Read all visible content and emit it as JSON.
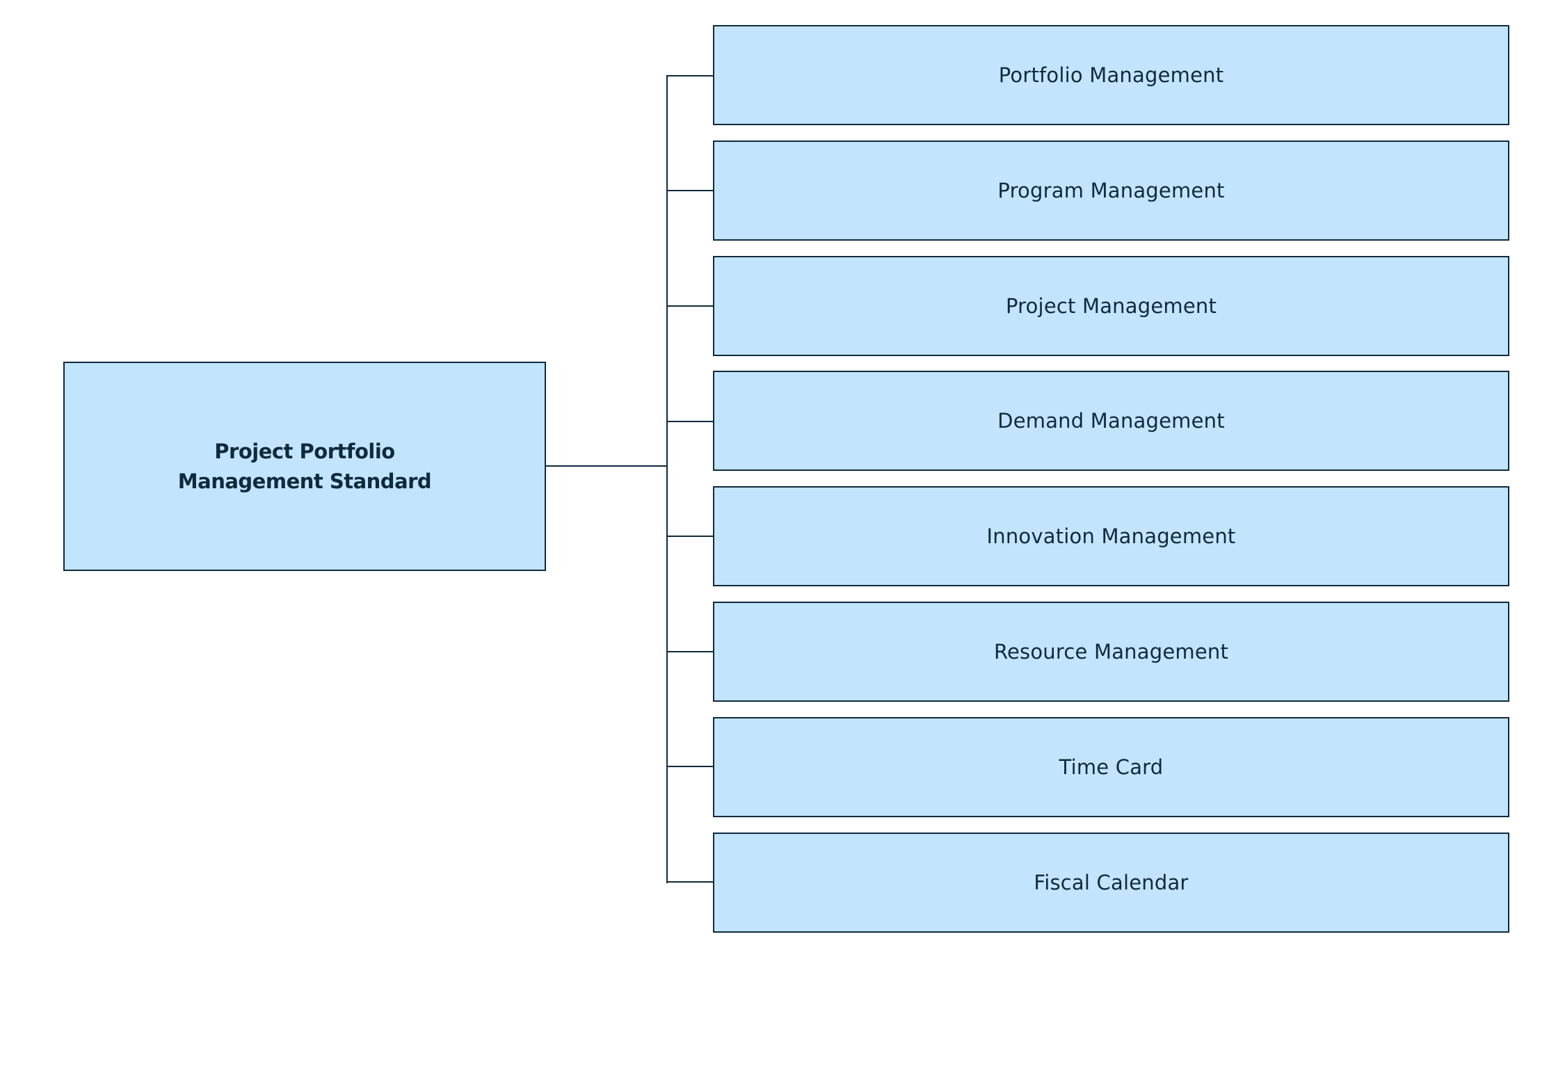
{
  "colors": {
    "box_fill": "#c2e5fd",
    "box_border": "#0e2a3d",
    "text": "#0e2a3d",
    "connector": "#0e2a3d",
    "background": "#ffffff"
  },
  "root": {
    "label": "Project Portfolio\nManagement Standard"
  },
  "children": [
    {
      "label": "Portfolio Management"
    },
    {
      "label": "Program Management"
    },
    {
      "label": "Project Management"
    },
    {
      "label": "Demand Management"
    },
    {
      "label": "Innovation Management"
    },
    {
      "label": "Resource Management"
    },
    {
      "label": "Time Card"
    },
    {
      "label": "Fiscal Calendar"
    }
  ]
}
